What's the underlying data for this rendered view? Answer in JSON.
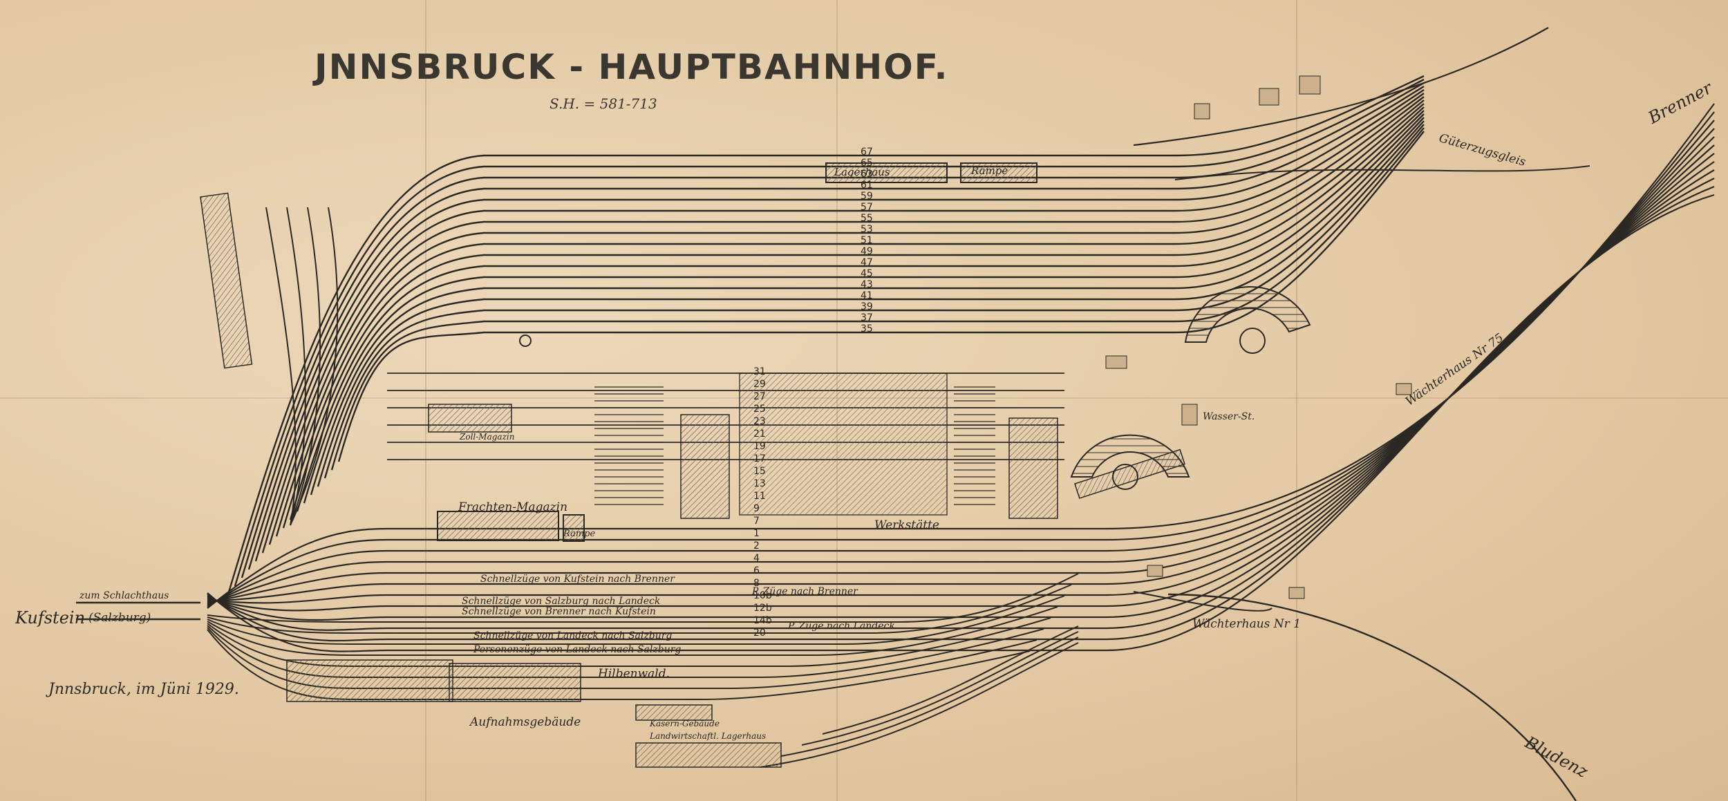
{
  "title": "JNNSBRUCK - HAUPTBAHNHOF.",
  "subtitle": "S.H. = 581-713",
  "date_note": "Jnnsbruck, im Jüni 1929.",
  "directions": {
    "west": "Kufstein",
    "west_sub": "(Salzburg)",
    "slaughterhouse": "zum Schlachthaus",
    "southwest": "Bludenz",
    "southeast": "Brenner",
    "freight_east": "Güterzugsgleis"
  },
  "buildings": {
    "warehouse": "Lagerhaus",
    "ramp": "Rampe",
    "freight_magazine": "Frachten-Magazin",
    "ramp2": "Rampe",
    "workshop": "Werkstätte",
    "reception": "Aufnahmsgebäude",
    "hilbenwald": "Hilbenwald.",
    "signalbox1": "Wächterhaus Nr 1",
    "signalbox75": "Wächterhaus Nr 75",
    "water_station": "Wasser-St.",
    "customs": "Zoll-Magazin",
    "barracks": "Kasern-Gebäude",
    "agri_warehouse": "Landwirtschaftl. Lagerhaus"
  },
  "track_notes": {
    "t7": "Schnellzüge von Kufstein nach Brenner",
    "t1": "Schnellzüge von Salzburg nach Landeck",
    "t2": "Schnellzüge von Brenner nach Kufstein",
    "t4": "Schnellzüge von Landeck nach Salzburg",
    "t6": "Personenzüge von Landeck nach Salzburg",
    "t5b": "P. Züge nach Brenner",
    "t5": "P. Züge nach Landeck"
  },
  "track_numbers": [
    "67",
    "65",
    "63",
    "61",
    "59",
    "57",
    "55",
    "53",
    "51",
    "49",
    "47",
    "45",
    "43",
    "41",
    "39",
    "37",
    "35",
    "31",
    "29",
    "27",
    "25",
    "23",
    "21",
    "19",
    "17",
    "15",
    "13",
    "11",
    "9",
    "7",
    "1",
    "2",
    "4",
    "6",
    "8",
    "10b",
    "12b",
    "14b",
    "20"
  ],
  "colors": {
    "paper": "#e6cfae",
    "ink": "#2f2b26",
    "rail": "#2b2824",
    "hatch": "#6b6257"
  }
}
